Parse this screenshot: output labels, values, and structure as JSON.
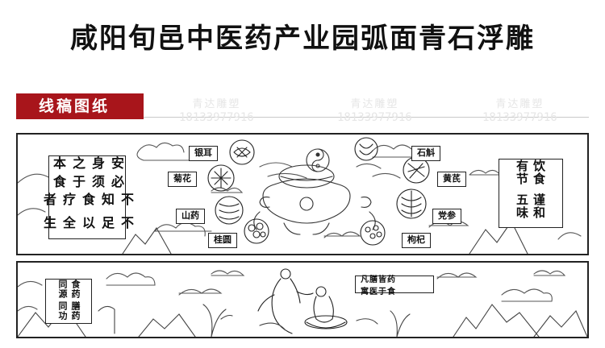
{
  "title": "咸阳旬邑中医药产业园弧面青石浮雕",
  "section_tag": "线稿图纸",
  "watermark": {
    "name": "青达雕塑",
    "phone": "18133977916"
  },
  "top_panel": {
    "left_box": {
      "columns": [
        "安身之本",
        "必须于食",
        "不知食疗者",
        "不足以全生"
      ]
    },
    "right_box": {
      "columns": [
        "饮食有节",
        "谨和五味"
      ]
    },
    "herb_labels": {
      "yiner": "银耳",
      "juhua": "菊花",
      "shanyao": "山药",
      "guiyuan": "桂圆",
      "shihu": "石斛",
      "huangqi": "黄芪",
      "dangshen": "党参",
      "gouqi": "枸杞"
    }
  },
  "bottom_panel": {
    "left_box": {
      "columns": [
        "食药同源",
        "膳药同功"
      ]
    },
    "mid_box": {
      "lines": [
        "凡膳皆药",
        "寓医于食"
      ]
    }
  }
}
